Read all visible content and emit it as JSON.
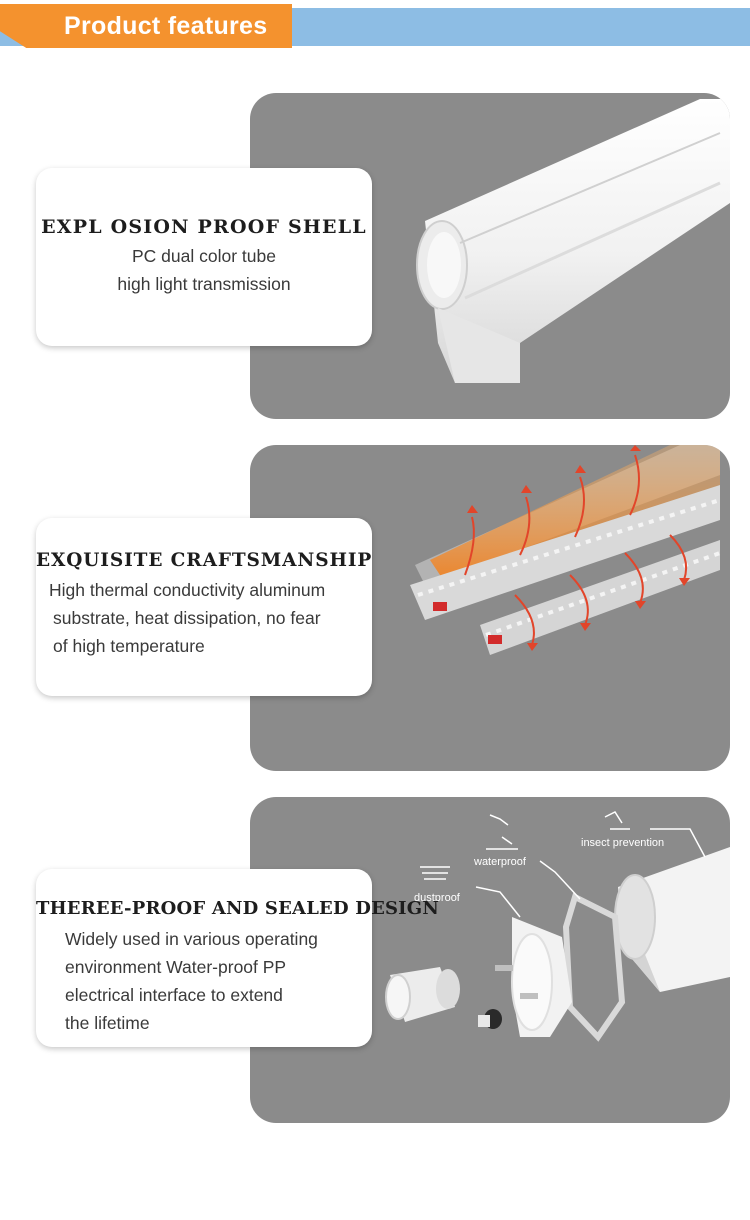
{
  "header": {
    "title": "Product features"
  },
  "sections": [
    {
      "title": "EXPL OSION PROOF SHELL",
      "lines": [
        "PC dual color tube",
        "high light transmission"
      ]
    },
    {
      "title": "EXQUISITE CRAFTSMANSHIP",
      "lines": [
        "High thermal conductivity aluminum",
        "substrate, heat dissipation, no fear",
        "of high temperature"
      ]
    },
    {
      "title": "THEREE-PROOF AND SEALED DESIGN",
      "lines": [
        "Widely used in various operating",
        "environment Water-proof PP",
        "electrical interface to extend",
        "the lifetime"
      ]
    }
  ],
  "callouts": {
    "dustproof": "dustproof",
    "waterproof": "waterproof",
    "insect": "insect prevention"
  },
  "colors": {
    "header_bar": "#8dbde4",
    "header_tab": "#f4922e",
    "panel": "#8b8b8b",
    "heat": "#f07d1a",
    "arrow": "#e2452a"
  }
}
